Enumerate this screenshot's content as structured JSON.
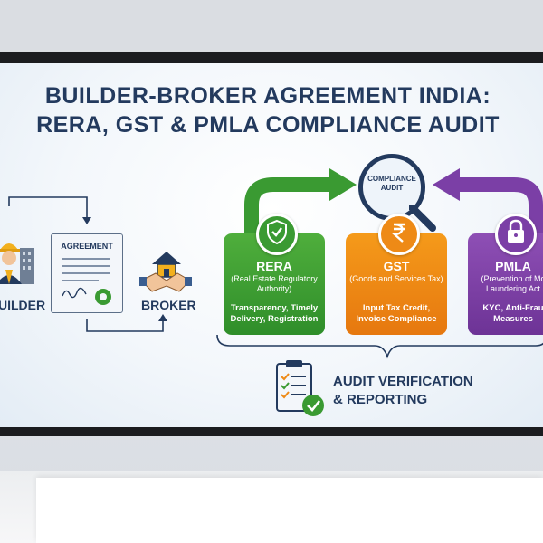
{
  "title": {
    "line1": "BUILDER-BROKER AGREEMENT INDIA:",
    "line2": "RERA, GST & PMLA COMPLIANCE AUDIT"
  },
  "flow": {
    "builder_label": "UILDER",
    "agreement_label": "AGREEMENT",
    "broker_label": "BROKER"
  },
  "audit": {
    "magnifier_label_line1": "COMPLIANCE",
    "magnifier_label_line2": "AUDIT"
  },
  "cards": [
    {
      "name": "RERA",
      "subtitle": "(Real Estate Regulatory Authority)",
      "description": "Transparency, Timely Delivery, Registration",
      "color": "#3a9a32",
      "icon": "shield-check-icon"
    },
    {
      "name": "GST",
      "subtitle": "(Goods and Services Tax)",
      "description": "Input Tax Credit, Invoice Compliance",
      "color": "#ee8a16",
      "icon": "rupee-icon"
    },
    {
      "name": "PMLA",
      "subtitle": "(Prevention of Mo Laundering Act",
      "description": "KYC, Anti-Frau Measures",
      "color": "#7b3fa6",
      "icon": "padlock-icon"
    }
  ],
  "result": {
    "line1": "AUDIT VERIFICATION",
    "line2": "& REPORTING"
  },
  "colors": {
    "title": "#233a5e",
    "green": "#3a9a32",
    "orange": "#ee8a16",
    "purple": "#7b3fa6"
  }
}
